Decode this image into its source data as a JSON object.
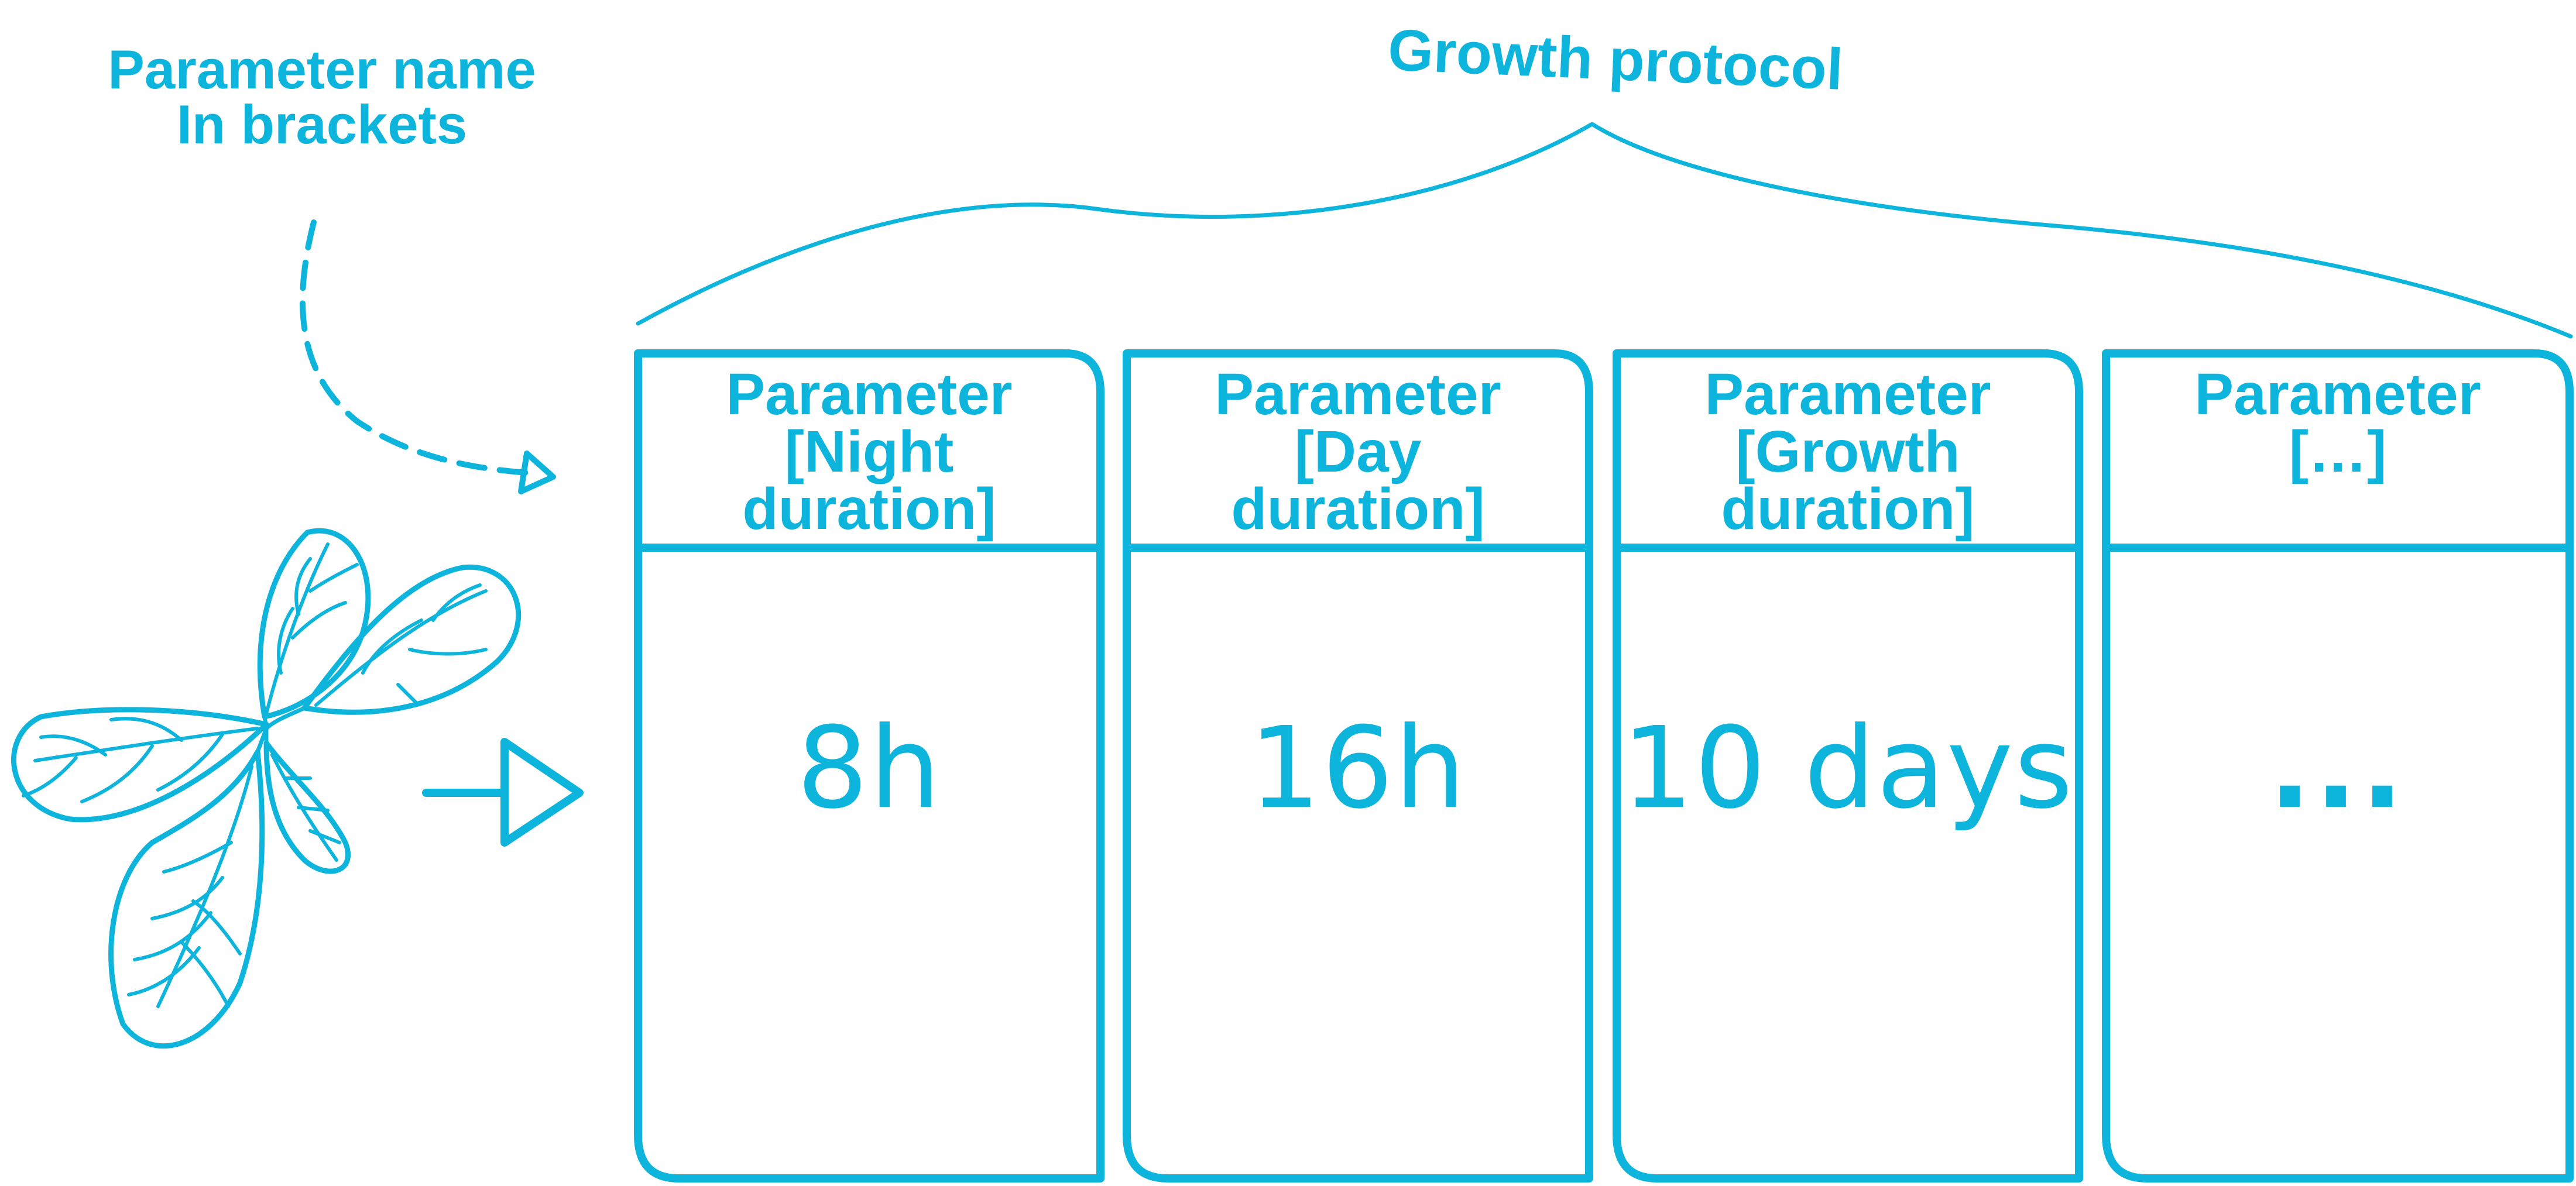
{
  "colors": {
    "accent": "#0db4dc"
  },
  "annotation": {
    "line1": "Parameter name",
    "line2": "In brackets"
  },
  "protocol_title": "Growth protocol",
  "cards": [
    {
      "header_line1": "Parameter",
      "header_line2": "[Night",
      "header_line3": "duration]",
      "value": "8h"
    },
    {
      "header_line1": "Parameter",
      "header_line2": "[Day",
      "header_line3": "duration]",
      "value": "16h"
    },
    {
      "header_line1": "Parameter",
      "header_line2": "[Growth",
      "header_line3": "duration]",
      "value": "10 days"
    },
    {
      "header_line1": "Parameter",
      "header_line2": "[…]",
      "header_line3": "",
      "value": "..."
    }
  ],
  "icons": {
    "plant": "plant-seedling-icon",
    "arrow": "arrow-right-icon"
  }
}
